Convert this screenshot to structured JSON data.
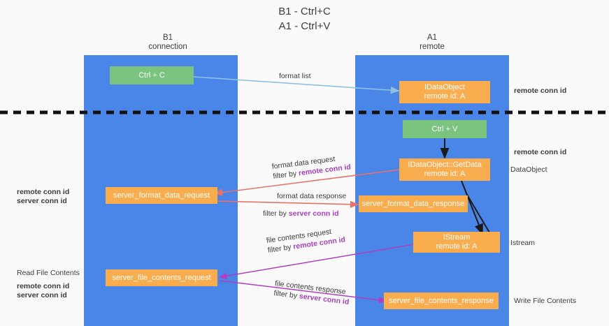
{
  "title": {
    "line1": "B1 - Ctrl+C",
    "line2": "A1 - Ctrl+V"
  },
  "lanes": [
    {
      "name": "B1",
      "role": "connection"
    },
    {
      "name": "A1",
      "role": "remote"
    }
  ],
  "nodes": {
    "ctrl_c": "Ctrl + C",
    "ctrl_v": "Ctrl + V",
    "idataobject_title": "IDataObject",
    "idataobject_sub": "remote id: A",
    "getdata_title": "IDataObject::GetData",
    "getdata_sub": "remote id: A",
    "istream_title": "IStream",
    "istream_sub": "remote id: A",
    "server_format_data_request": "server_format_data_request",
    "server_format_data_response": "server_format_data_response",
    "server_file_contents_request": "server_file_contents_request",
    "server_file_contents_response": "server_file_contents_response"
  },
  "edges": {
    "format_list": "format list",
    "format_data_request": "format data request",
    "format_data_request_filter_prefix": "filter by ",
    "format_data_request_filter_id": "remote conn id",
    "format_data_response": "format data response",
    "format_data_response_filter_prefix": "filter by ",
    "format_data_response_filter_id": "server conn id",
    "file_contents_request": "file contents request",
    "file_contents_request_filter_prefix": "filter by ",
    "file_contents_request_filter_id": "remote conn id",
    "file_contents_response": "file contents response",
    "file_contents_response_filter_prefix": "filter by ",
    "file_contents_response_filter_id": "server conn id"
  },
  "annotations": {
    "right_remote_conn_id_top": "remote conn id",
    "right_remote_conn_id_mid": "remote conn id",
    "right_dataobject": "DataObject",
    "right_istream": "Istream",
    "right_write_file_contents": "Write File Contents",
    "left_read_file_contents": "Read File Contents",
    "left_remote_conn_id": "remote conn id",
    "left_server_conn_id": "server conn id"
  },
  "colors": {
    "lane": "#4a86e8",
    "orange": "#f9ad4e",
    "green": "#7ac47f",
    "purple": "#a83fc0",
    "green_text": "#59a869",
    "red_arrow": "#e8726a",
    "blue_arrow": "#8fc1e3",
    "black_arrow": "#1a1a1a",
    "background": "#fafafa"
  }
}
